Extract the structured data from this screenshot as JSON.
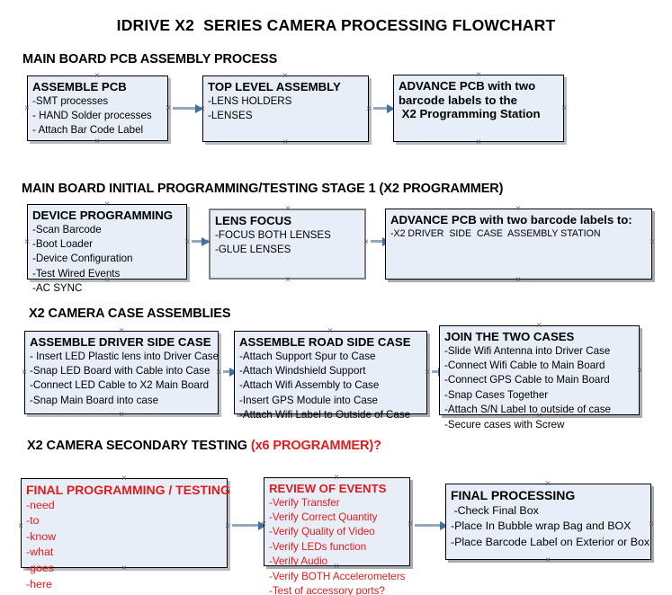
{
  "document": {
    "title": "IDRIVE X2  SERIES CAMERA PROCESSING FLOWCHART"
  },
  "colors": {
    "box_fill": "#e8eef8",
    "box_border": "#000000",
    "gray_border": "#7f7f7f",
    "accent_red": "#e01b1b",
    "arrow": "#93a8bd",
    "arrowhead": "#3f6fa8",
    "text": "#000000"
  },
  "sections": [
    {
      "id": "main-board-pcb-assembly",
      "heading": "MAIN BOARD PCB ASSEMBLY PROCESS",
      "heading_highlight": "",
      "boxes": [
        {
          "id": "assemble-pcb",
          "title": "ASSEMBLE PCB",
          "lines": [
            "-SMT processes",
            "- HAND Solder processes",
            "- Attach Bar Code Label"
          ]
        },
        {
          "id": "top-level-assembly",
          "title": "TOP LEVEL ASSEMBLY",
          "lines": [
            "-LENS HOLDERS",
            "-LENSES"
          ]
        },
        {
          "id": "advance-pcb-to-x2-programming-station",
          "title": "ADVANCE PCB with two",
          "title_lines": [
            "ADVANCE PCB with two",
            "barcode labels to the",
            " X2 Programming Station"
          ],
          "lines": []
        }
      ]
    },
    {
      "id": "main-board-initial-programming",
      "heading": "MAIN BOARD INITIAL PROGRAMMING/TESTING STAGE 1 (X2 PROGRAMMER)",
      "heading_highlight": "",
      "boxes": [
        {
          "id": "device-programming",
          "title": "DEVICE PROGRAMMING",
          "lines": [
            "-Scan Barcode",
            "-Boot Loader",
            "-Device Configuration",
            "-Test Wired Events",
            "-AC SYNC"
          ]
        },
        {
          "id": "lens-focus",
          "title": "LENS FOCUS",
          "lines": [
            "-FOCUS BOTH LENSES",
            "-GLUE LENSES"
          ]
        },
        {
          "id": "advance-pcb-to-driver-side-case-assembly",
          "title": "ADVANCE PCB with two barcode labels to:",
          "lines": [
            "-X2 DRIVER  SIDE  CASE  ASSEMBLY STATION"
          ]
        }
      ]
    },
    {
      "id": "x2-camera-case-assemblies",
      "heading": "X2 CAMERA CASE ASSEMBLIES",
      "heading_highlight": "",
      "boxes": [
        {
          "id": "assemble-driver-side-case",
          "title": "ASSEMBLE DRIVER SIDE CASE",
          "lines": [
            "- Insert LED Plastic lens into Driver Case",
            "-Snap LED Board with Cable into Case",
            "-Connect LED Cable to X2 Main Board",
            "-Snap Main Board into case"
          ]
        },
        {
          "id": "assemble-road-side-case",
          "title": "ASSEMBLE ROAD SIDE CASE",
          "lines": [
            "-Attach Support Spur to Case",
            "-Attach Windshield Support",
            "-Attach Wifi Assembly to Case",
            "-Insert GPS Module into Case",
            "-Attach Wifi Label to Outside of Case"
          ]
        },
        {
          "id": "join-the-two-cases",
          "title": "JOIN THE TWO CASES",
          "lines": [
            "-Slide Wifi Antenna into Driver Case",
            "-Connect Wifi Cable to Main Board",
            "-Connect GPS Cable to Main Board",
            "-Snap Cases Together",
            "-Attach S/N Label to outside of case",
            "-Secure cases with Screw"
          ]
        }
      ]
    },
    {
      "id": "x2-camera-secondary-testing",
      "heading": "X2 CAMERA SECONDARY TESTING ",
      "heading_highlight": "(x6 PROGRAMMER)?",
      "boxes": [
        {
          "id": "final-programming-testing",
          "title": "FINAL PROGRAMMING / TESTING",
          "lines": [
            "-need",
            "-to",
            "-know",
            "-what",
            "-goes",
            "-here"
          ]
        },
        {
          "id": "review-of-events",
          "title": "REVIEW OF EVENTS",
          "lines": [
            "-Verify Transfer",
            "-Verify Correct Quantity",
            "-Verify Quality of Video",
            "-Verify LEDs function",
            "-Verify Audio",
            "-Verify BOTH Accelerometers",
            "-Test of accessory ports?"
          ]
        },
        {
          "id": "final-processing",
          "title": "FINAL PROCESSING",
          "lines": [
            " -Check Final Box",
            "-Place In Bubble wrap Bag and BOX",
            "-Place Barcode Label on Exterior or Box"
          ]
        }
      ]
    }
  ]
}
